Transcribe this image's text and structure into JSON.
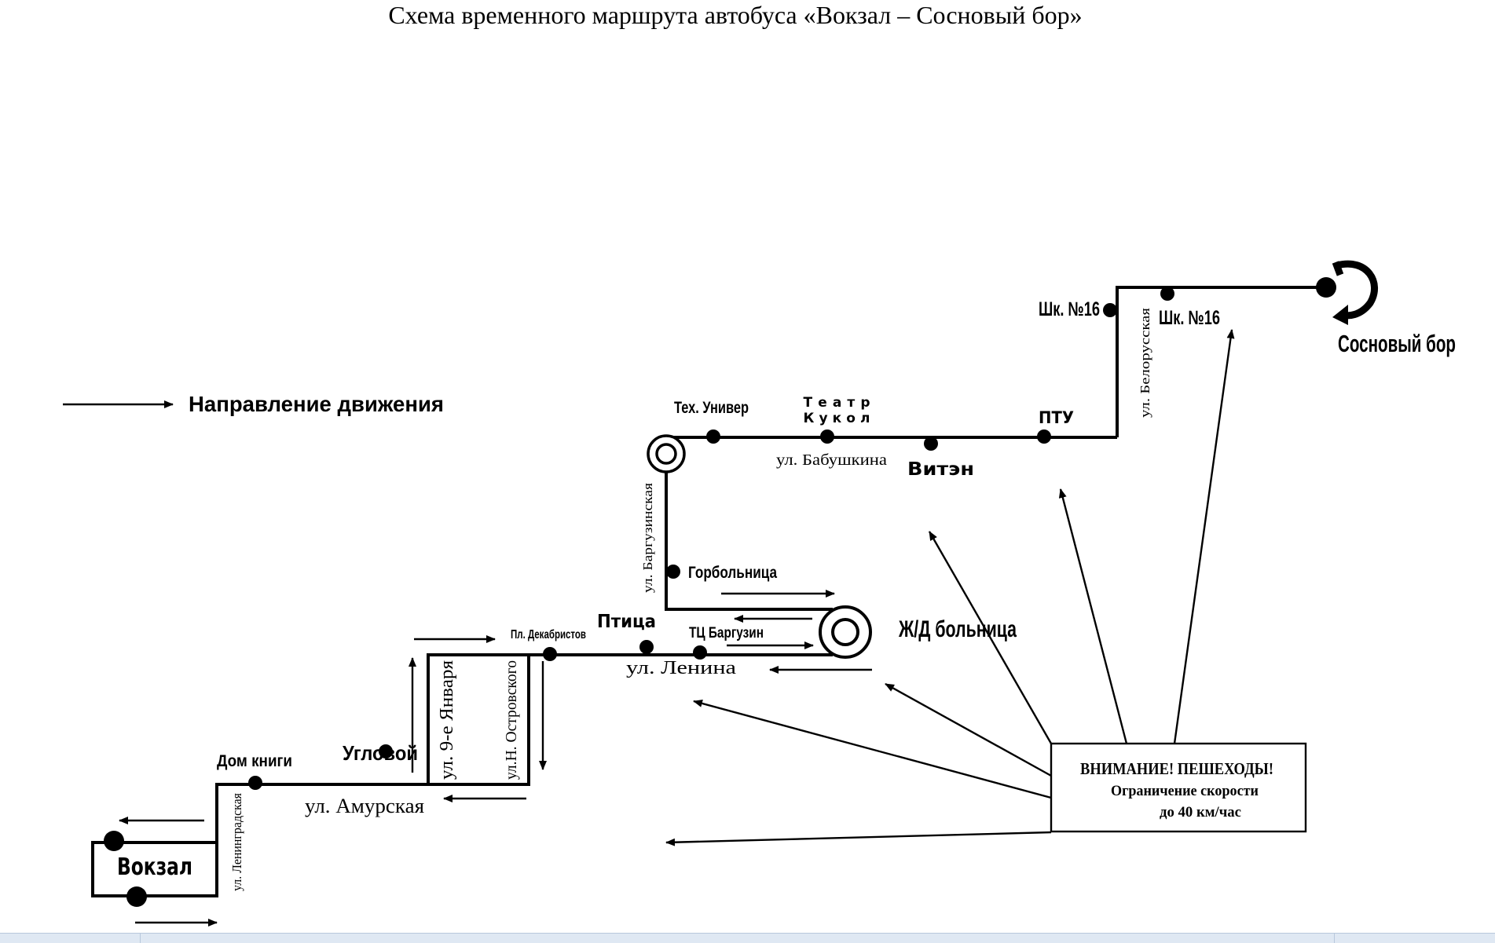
{
  "title": "Схема временного маршрута автобуса «Вокзал – Сосновый бор»",
  "legend": {
    "label": "Направление движения"
  },
  "stops": {
    "vokzal": "Вокзал",
    "dom_knigi": "Дом книги",
    "uglovoy": "Угловой",
    "pl_dekabristov": "Пл. Декабристов",
    "ptitsa": "Птица",
    "tts_barguzin": "ТЦ Баргузин",
    "zhd_bolnitsa": "Ж/Д больница",
    "gorbolnitsa": "Горбольница",
    "tekh_univer": "Тех. Универ",
    "teatr_line1": "Театр",
    "teatr_line2": "Кукол",
    "viten": "Витэн",
    "ptu": "ПТУ",
    "shk16_left": "Шк. №16",
    "shk16_right": "Шк. №16",
    "sosnovy_bor": "Сосновый бор"
  },
  "streets": {
    "leningradskaya": "ул. Ленинградская",
    "amurskaya": "ул. Амурская",
    "yanvarya": "ул. 9-е Января",
    "ostrovskogo": "ул.Н. Островского",
    "lenina": "ул. Ленина",
    "barguzinskaya": "ул. Баргузинская",
    "babushkina": "ул. Бабушкина",
    "belorusskaya": "ул. Белорусская"
  },
  "warning": {
    "line1": "ВНИМАНИЕ! ПЕШЕХОДЫ!",
    "line2": "Ограничение скорости",
    "line3": "до 40 км/час"
  }
}
